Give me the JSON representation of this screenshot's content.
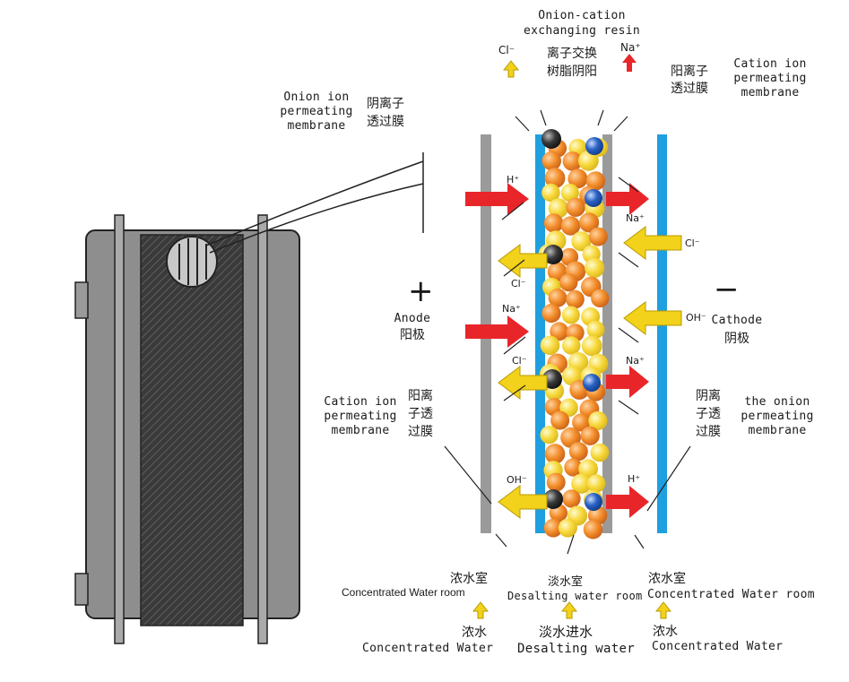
{
  "labels": {
    "resin_en_1": "Onion-cation",
    "resin_en_2": "exchanging resin",
    "resin_cn_1": "离子交换",
    "resin_cn_2": "树脂阴阳",
    "top_cl": "Cl⁻",
    "top_na": "Na⁺",
    "cation_top_cn_1": "阳离子",
    "cation_top_cn_2": "透过膜",
    "cation_top_en_1": "Cation ion",
    "cation_top_en_2": "permeating",
    "cation_top_en_3": "membrane",
    "onion_top_en_1": "Onion ion",
    "onion_top_en_2": "permeating",
    "onion_top_en_3": "membrane",
    "onion_top_cn_1": "阴离子",
    "onion_top_cn_2": "透过膜",
    "plus": "+",
    "minus": "−",
    "anode_en": "Anode",
    "anode_cn": "阳极",
    "cathode_en": "Cathode",
    "cathode_cn": "阴极",
    "cation_bot_en_1": "Cation ion",
    "cation_bot_en_2": "permeating",
    "cation_bot_en_3": "membrane",
    "cation_bot_cn_1": "阳离",
    "cation_bot_cn_2": "子透",
    "cation_bot_cn_3": "过膜",
    "onion_bot_cn_1": "阴离",
    "onion_bot_cn_2": "子透",
    "onion_bot_cn_3": "过膜",
    "onion_bot_en_1": "the onion",
    "onion_bot_en_2": "permeating",
    "onion_bot_en_3": "membrane",
    "room_left_cn": "浓水室",
    "room_left_en": "Concentrated Water room",
    "room_mid_cn": "淡水室",
    "room_mid_en": "Desalting water room",
    "room_right_cn": "浓水室",
    "room_right_en": "Concentrated Water room",
    "in_left_cn": "浓水",
    "in_left_en": "Concentrated Water",
    "in_mid_cn": "淡水进水",
    "in_mid_en": "Desalting water",
    "in_right_cn": "浓水",
    "in_right_en": "Concentrated Water"
  },
  "ions": {
    "h_top": "H⁺",
    "na_right_1": "Na⁺",
    "cl_right_1": "Cl⁻",
    "cl_left_1": "Cl⁻",
    "na_left_2": "Na⁺",
    "oh_right": "OH⁻",
    "cl_left_2": "Cl⁻",
    "na_right_2": "Na⁺",
    "oh_left": "OH⁻",
    "h_bottom": "H⁺"
  },
  "colors": {
    "anion_membrane": "#9a9a9a",
    "cation_membrane": "#1e9fe0",
    "cation_arrow": "#e8262a",
    "anion_arrow": "#f2d21a",
    "resin_orange": "#f28c28",
    "resin_yellow": "#f7d83a"
  },
  "icons": {
    "arrow_up_yellow": "yellow-up-arrow-icon",
    "arrow_up_red": "red-up-arrow-icon"
  }
}
